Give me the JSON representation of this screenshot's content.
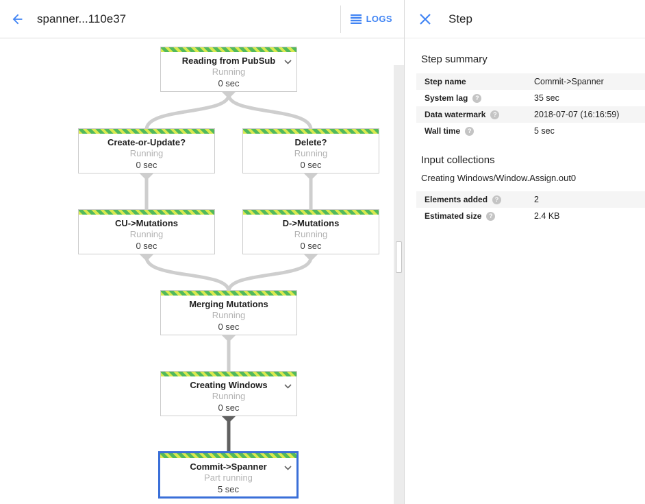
{
  "colors": {
    "accent_blue": "#4285f4",
    "selection_blue": "#3a6fd8",
    "stripe_green": "#52b95c",
    "stripe_lime": "#d9e94f",
    "status_gray": "#b3b3b3"
  },
  "header": {
    "title": "spanner...110e37",
    "logs_label": "LOGS"
  },
  "panel": {
    "title": "Step",
    "summary": {
      "heading": "Step summary",
      "rows": [
        {
          "label": "Step name",
          "value": "Commit->Spanner"
        },
        {
          "label": "System lag",
          "value": "35 sec"
        },
        {
          "label": "Data watermark",
          "value": "2018-07-07 (16:16:59)"
        },
        {
          "label": "Wall time",
          "value": "5 sec"
        }
      ]
    },
    "input_collections": {
      "heading": "Input collections",
      "collection": "Creating Windows/Window.Assign.out0",
      "rows": [
        {
          "label": "Elements added",
          "value": "2"
        },
        {
          "label": "Estimated size",
          "value": "2.4 KB"
        }
      ]
    }
  },
  "graph": {
    "nodes": [
      {
        "name": "Reading from PubSub",
        "status": "Running",
        "time": "0 sec"
      },
      {
        "name": "Create-or-Update?",
        "status": "Running",
        "time": "0 sec"
      },
      {
        "name": "Delete?",
        "status": "Running",
        "time": "0 sec"
      },
      {
        "name": "CU->Mutations",
        "status": "Running",
        "time": "0 sec"
      },
      {
        "name": "D->Mutations",
        "status": "Running",
        "time": "0 sec"
      },
      {
        "name": "Merging Mutations",
        "status": "Running",
        "time": "0 sec"
      },
      {
        "name": "Creating Windows",
        "status": "Running",
        "time": "0 sec"
      },
      {
        "name": "Commit->Spanner",
        "status": "Part running",
        "time": "5 sec"
      }
    ]
  }
}
